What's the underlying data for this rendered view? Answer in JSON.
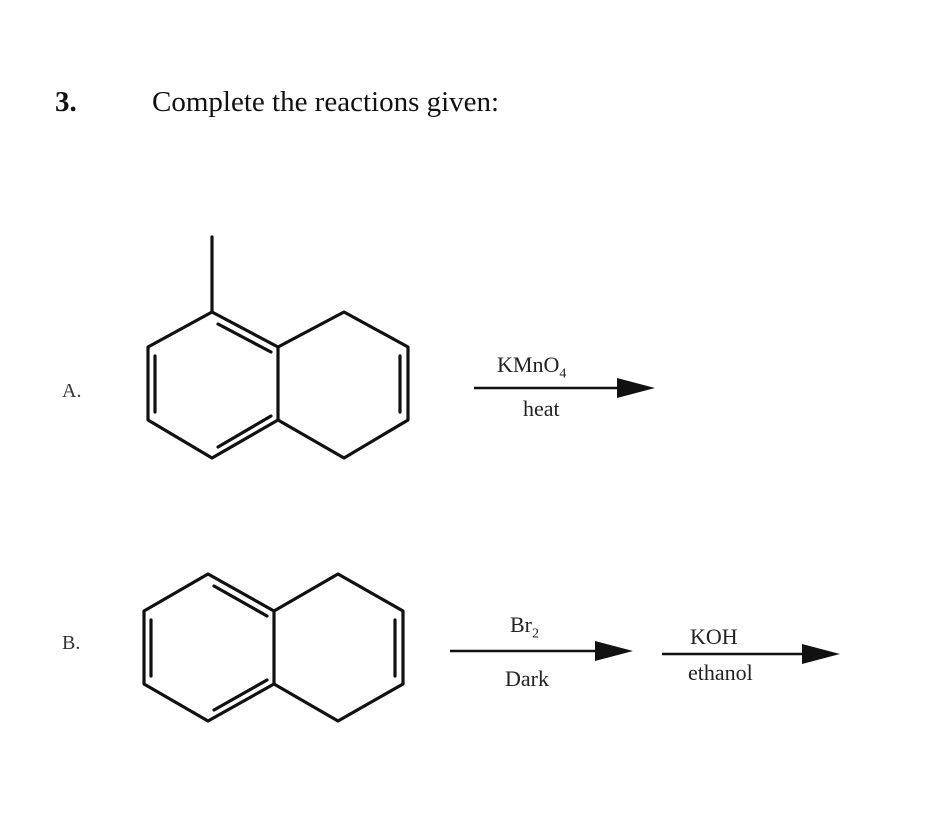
{
  "question": {
    "number": "3.",
    "prompt": "Complete the reactions given:"
  },
  "reactions": [
    {
      "label": "A.",
      "reagent_above": "KMnO",
      "reagent_above_subscript": "4",
      "reagent_below": "heat"
    },
    {
      "label": "B.",
      "step1_above": "Br",
      "step1_above_subscript": "2",
      "step1_below": "Dark",
      "step2_above": "KOH",
      "step2_below": "ethanol"
    }
  ],
  "colors": {
    "ink": "#111111",
    "background": "#ffffff"
  }
}
